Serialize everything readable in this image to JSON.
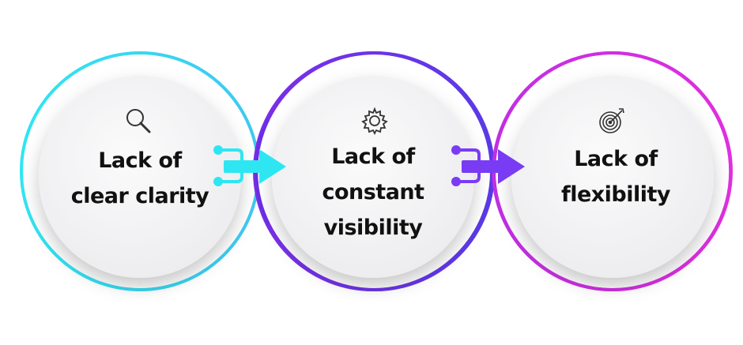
{
  "steps": [
    {
      "line1": "Lack of",
      "line2": "clear clarity",
      "line3": "",
      "icon": "magnifier-icon",
      "color": "#2ee6f2"
    },
    {
      "line1": "Lack of",
      "line2": "constant",
      "line3": "visibility",
      "icon": "gear-icon",
      "color": "#6a2ee8"
    },
    {
      "line1": "Lack of",
      "line2": "flexibility",
      "line3": "",
      "icon": "target-icon",
      "color": "#d62ee3"
    }
  ],
  "colors": {
    "cyan": "#2ee6f2",
    "violet": "#6a2ee8",
    "purple": "#7a3bf5",
    "magenta": "#d62ee3",
    "circle_fill": "#f4f4f5",
    "text": "#111111"
  }
}
